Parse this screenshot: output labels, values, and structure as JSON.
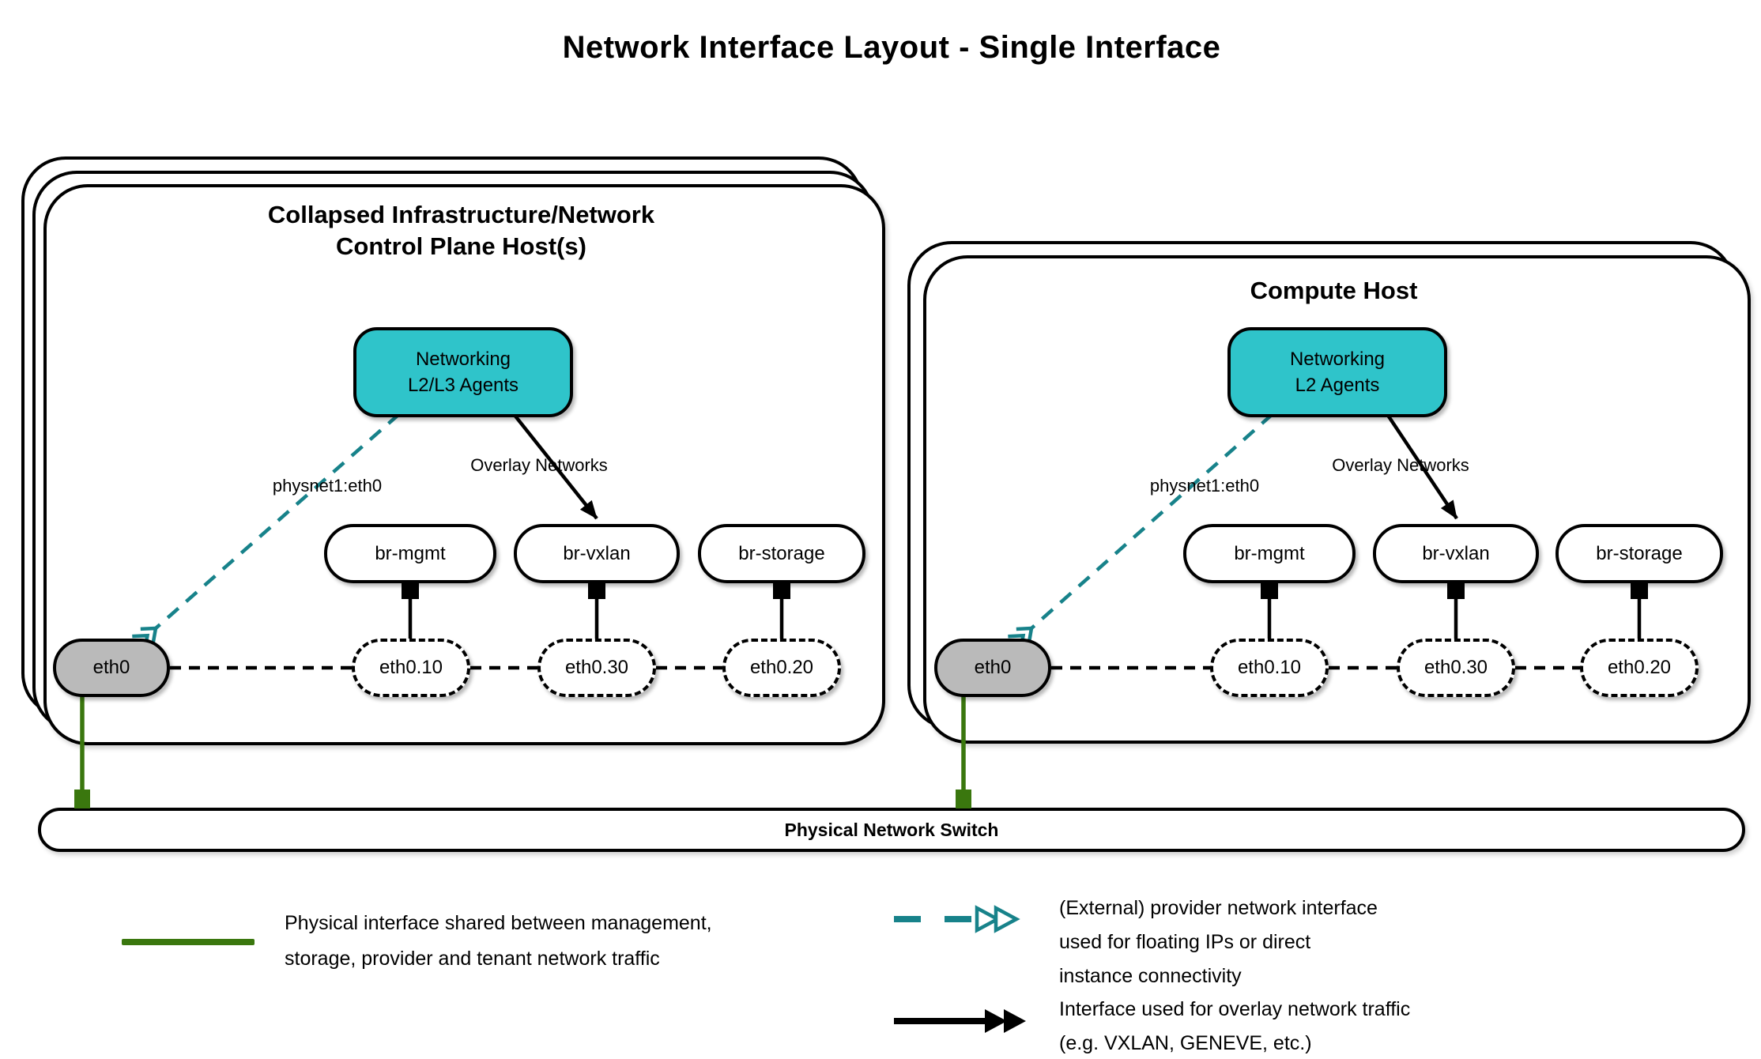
{
  "title": "Network Interface Layout - Single Interface",
  "left_host": {
    "title_line1": "Collapsed Infrastructure/Network",
    "title_line2": "Control Plane Host(s)",
    "agents_line1": "Networking",
    "agents_line2": "L2/L3 Agents",
    "provider_arrow_label": "physnet1:eth0",
    "overlay_arrow_label": "Overlay Networks",
    "bridges": [
      "br-mgmt",
      "br-vxlan",
      "br-storage"
    ],
    "physical_interface": "eth0",
    "vlan_interfaces": [
      "eth0.10",
      "eth0.30",
      "eth0.20"
    ]
  },
  "right_host": {
    "title": "Compute Host",
    "agents_line1": "Networking",
    "agents_line2": "L2 Agents",
    "provider_arrow_label": "physnet1:eth0",
    "overlay_arrow_label": "Overlay Networks",
    "bridges": [
      "br-mgmt",
      "br-vxlan",
      "br-storage"
    ],
    "physical_interface": "eth0",
    "vlan_interfaces": [
      "eth0.10",
      "eth0.30",
      "eth0.20"
    ]
  },
  "physical_switch": {
    "label": "Physical Network Switch"
  },
  "legend": {
    "physical": {
      "swatch": "solid-green-line",
      "line1": "Physical interface shared between management,",
      "line2": "storage, provider and tenant network traffic"
    },
    "provider": {
      "swatch": "teal-dashed-line-double-open-arrowheads",
      "line1": "(External) provider network interface",
      "line2": "used for floating IPs or direct",
      "line3": "instance connectivity"
    },
    "overlay": {
      "swatch": "black-solid-line-double-arrowheads",
      "line1": "Interface used for overlay network traffic",
      "line2": "(e.g. VXLAN, GENEVE, etc.)"
    }
  },
  "colors": {
    "agent_fill": "#2fc4ca",
    "provider_arrow_teal": "#17828a",
    "physical_link_green": "#3a770e",
    "eth0_fill": "#bababa",
    "outline": "#000000"
  }
}
